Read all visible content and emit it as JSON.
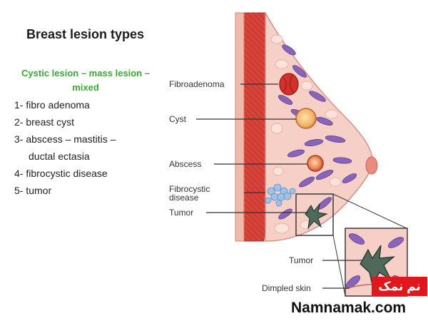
{
  "title": "Breast lesion types",
  "subtitle": "Cystic  lesion – mass lesion – mixed",
  "list": [
    "1- fibro adenoma",
    "2- breast cyst",
    "3- abscess – mastitis –",
    "ductal ectasia",
    "4- fibrocystic  disease",
    "5- tumor"
  ],
  "diagram_labels": {
    "fibroadenoma": "Fibroadenoma",
    "cyst": "Cyst",
    "abscess": "Abscess",
    "fibrocystic_line1": "Fibrocystic",
    "fibrocystic_line2": "disease",
    "tumor": "Tumor",
    "tumor_zoom": "Tumor",
    "dimpled_skin": "Dimpled skin"
  },
  "watermark": {
    "persian": "نم نمک",
    "english": "Namnamak.com"
  },
  "colors": {
    "title": "#1c1c1c",
    "subtitle": "#3aa637",
    "brand_red": "#e0171d",
    "breast_pink": "#f4c7c1",
    "muscle_red": "#d9443a",
    "gland_purple": "#8a64b8"
  }
}
